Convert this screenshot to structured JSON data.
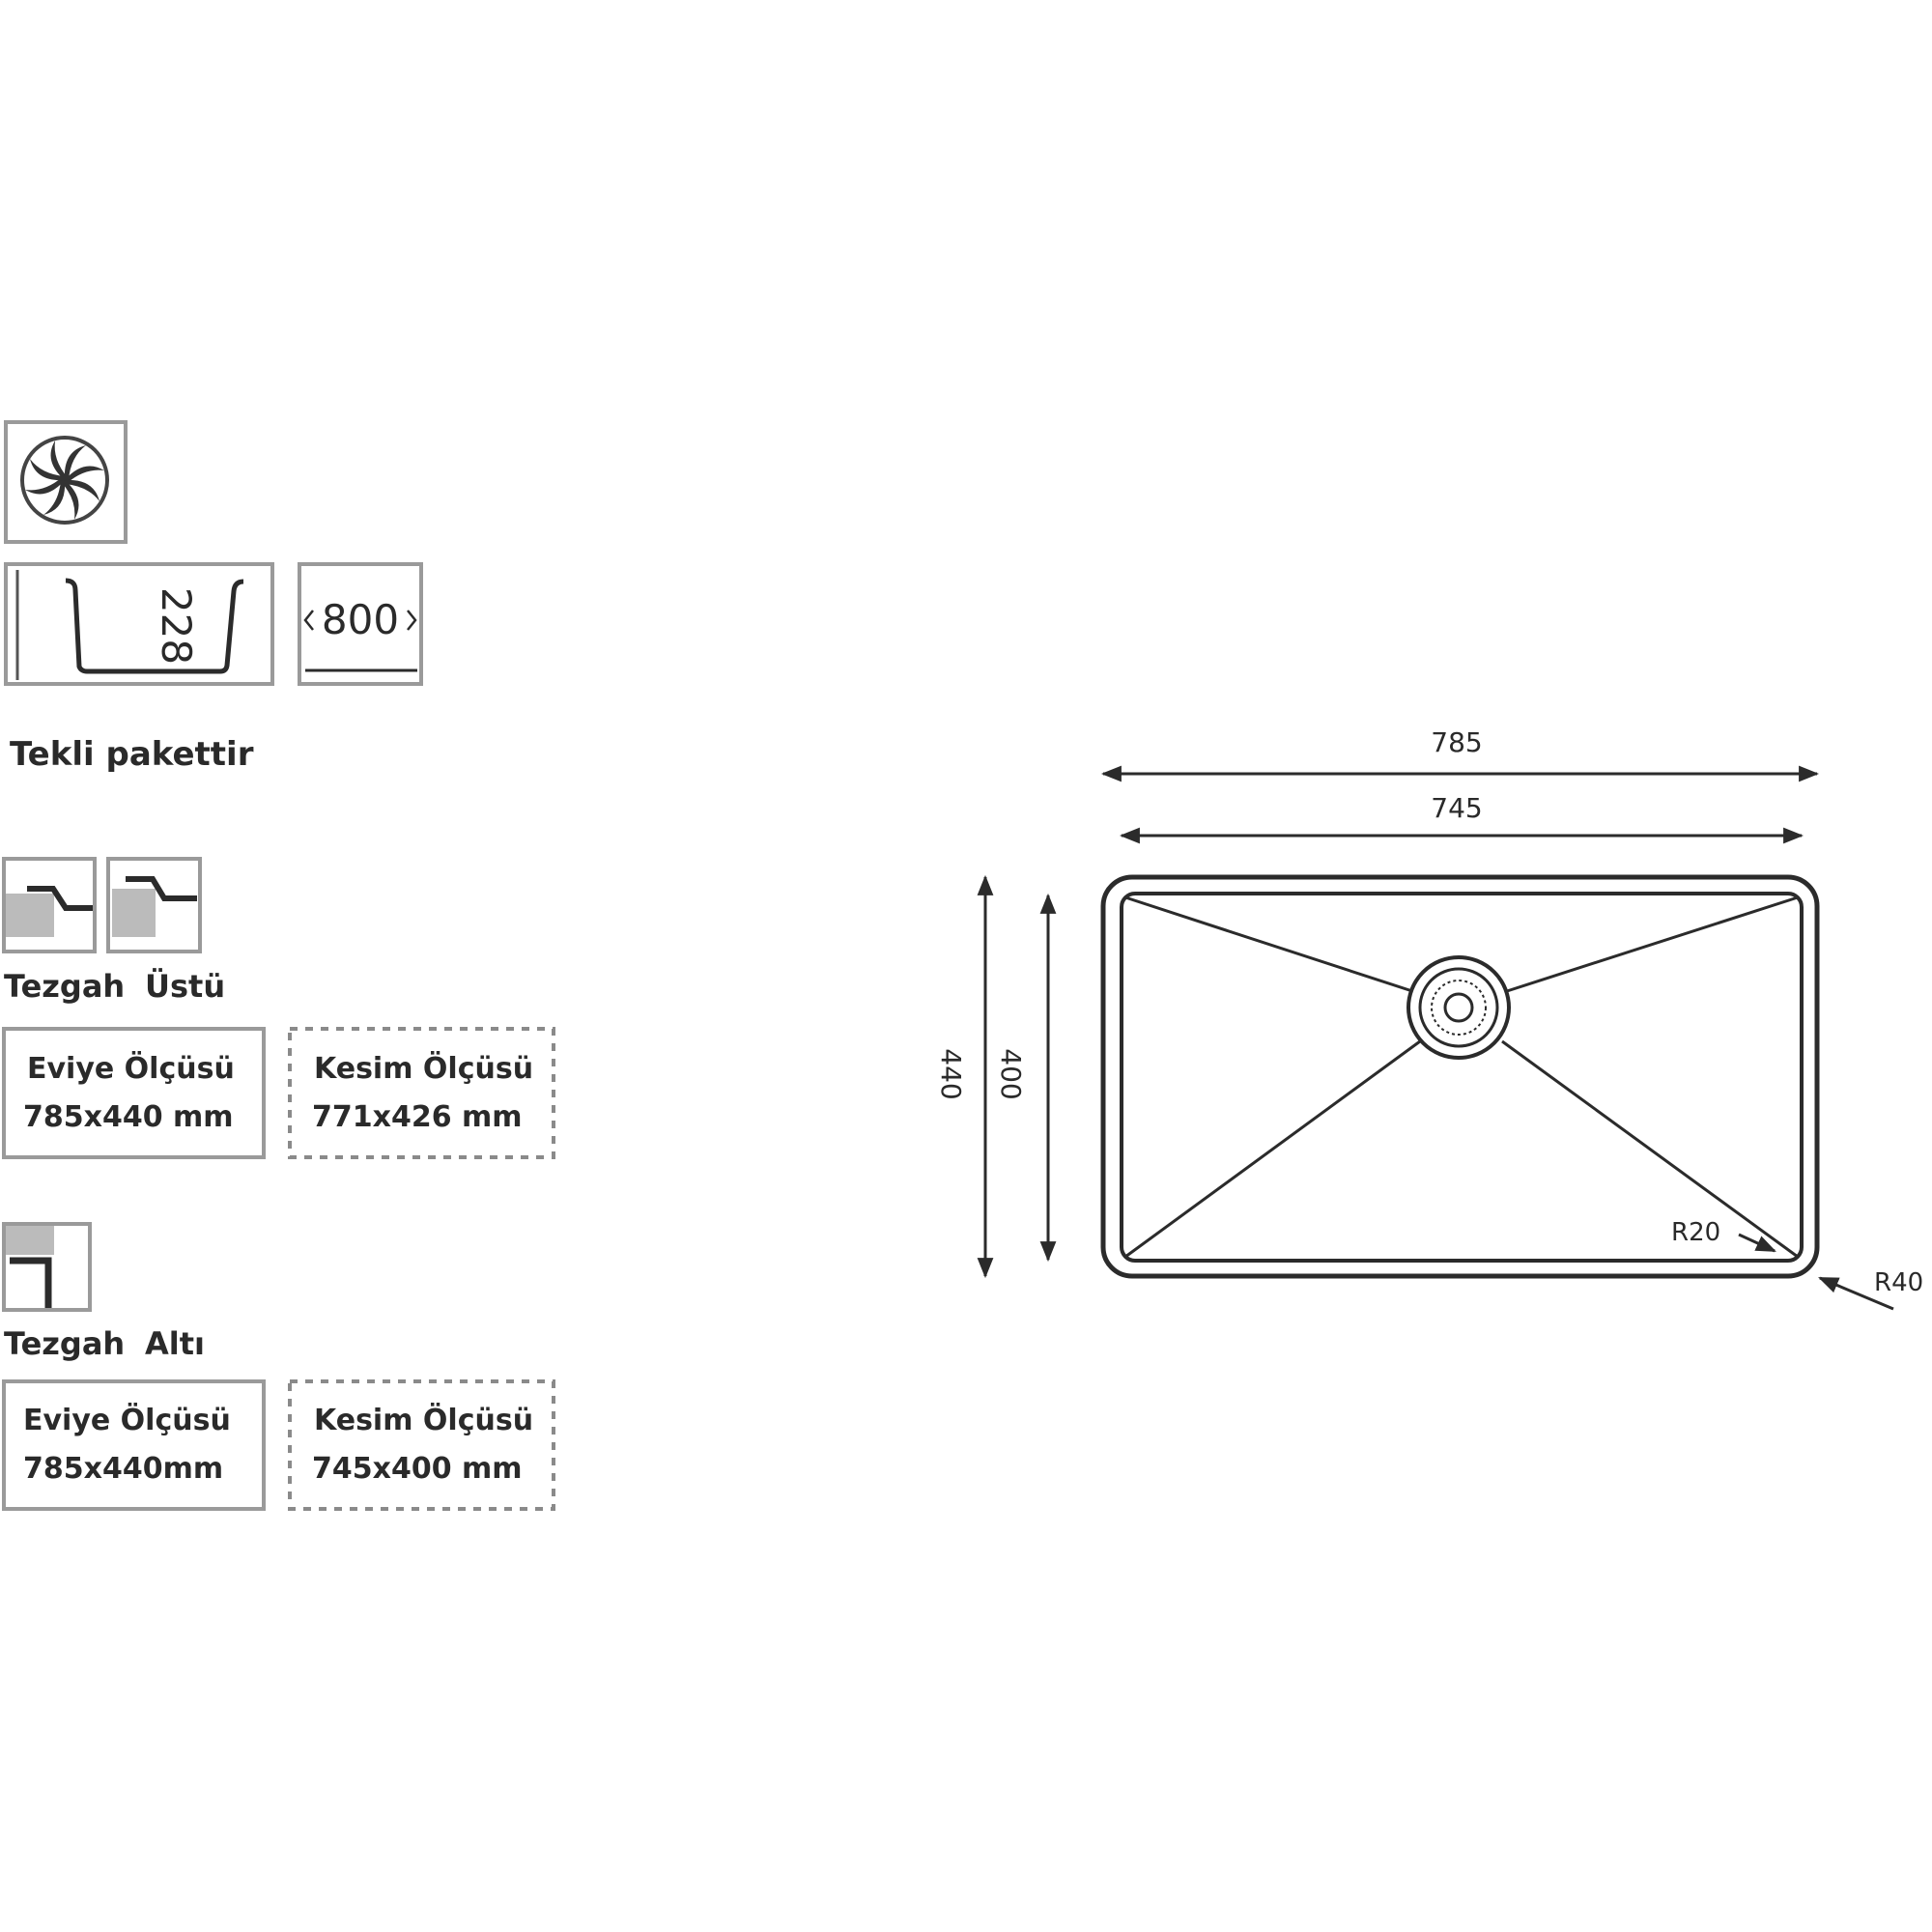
{
  "specs": {
    "depth_value": "228",
    "cabinet_width_value": "800",
    "packaging_note": "Tekli pakettir"
  },
  "top_mount": {
    "title_word1": "Tezgah",
    "title_word2": "Üstü",
    "sink_size": {
      "label": "Eviye Ölçüsü",
      "value": "785x440 mm"
    },
    "cutout_size": {
      "label": "Kesim Ölçüsü",
      "value": "771x426 mm"
    }
  },
  "under_mount": {
    "title_word1": "Tezgah",
    "title_word2": "Altı",
    "sink_size": {
      "label": "Eviye  Ölçüsü",
      "value": "785x440mm"
    },
    "cutout_size": {
      "label": "Kesim Ölçüsü",
      "value": "745x400 mm"
    }
  },
  "drawing": {
    "outer_width": "785",
    "inner_width": "745",
    "outer_height": "440",
    "inner_height": "400",
    "inner_radius": "R20",
    "outer_radius": "R40"
  }
}
